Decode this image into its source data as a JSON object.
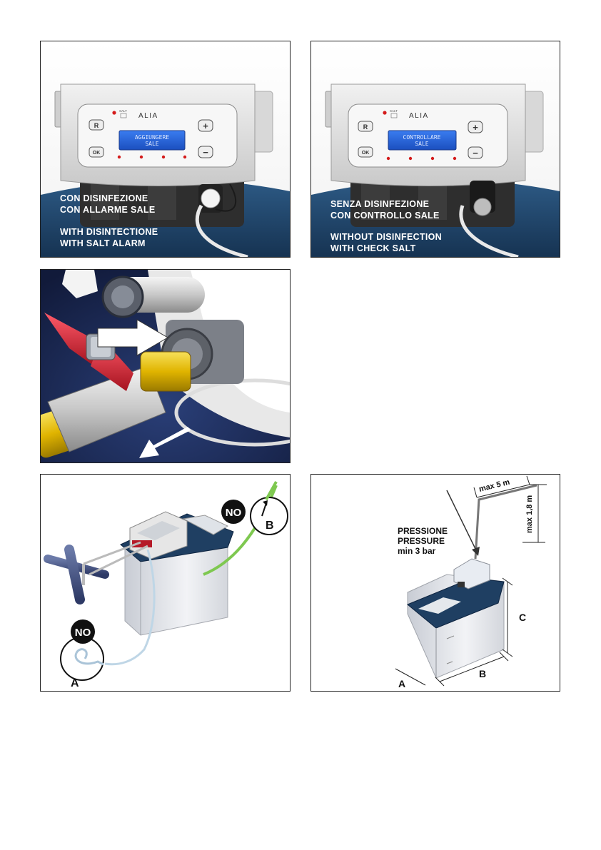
{
  "panel1": {
    "brand": "ALIA",
    "salt_label": "SALT",
    "display_line1": "AGGIUNGERE",
    "display_line2": "SALE",
    "btn_r": "R",
    "btn_ok": "OK",
    "btn_plus": "+",
    "btn_minus": "−",
    "caption_it_1": "CON DISINFEZIONE",
    "caption_it_2": "CON ALLARME SALE",
    "caption_en_1": "WITH DISINTECTIONE",
    "caption_en_2": "WITH SALT ALARM"
  },
  "panel2": {
    "brand": "ALIA",
    "salt_label": "SALT",
    "display_line1": "CONTROLLARE",
    "display_line2": "SALE",
    "btn_r": "R",
    "btn_ok": "OK",
    "btn_plus": "+",
    "btn_minus": "−",
    "caption_it_1": "SENZA DISINFEZIONE",
    "caption_it_2": "CON CONTROLLO SALE",
    "caption_en_1": "WITHOUT DISINFECTION",
    "caption_en_2": "WITH CHECK SALT"
  },
  "panel4": {
    "no_label_top": "NO",
    "no_label_bottom": "NO",
    "label_a": "A",
    "label_b": "B"
  },
  "panel5": {
    "pressure_line1": "PRESSIONE",
    "pressure_line2": "PRESSURE",
    "pressure_line3": "min 3 bar",
    "max_horizontal": "max 5 m",
    "max_vertical": "max 1,8 m",
    "dim_a": "A",
    "dim_b": "B",
    "dim_c": "C"
  },
  "colors": {
    "tank_blue": "#1f3f62",
    "valve_red": "#c8202e",
    "brass": "#e0b400",
    "arrow_blue_bg": "#1b2c5a"
  }
}
